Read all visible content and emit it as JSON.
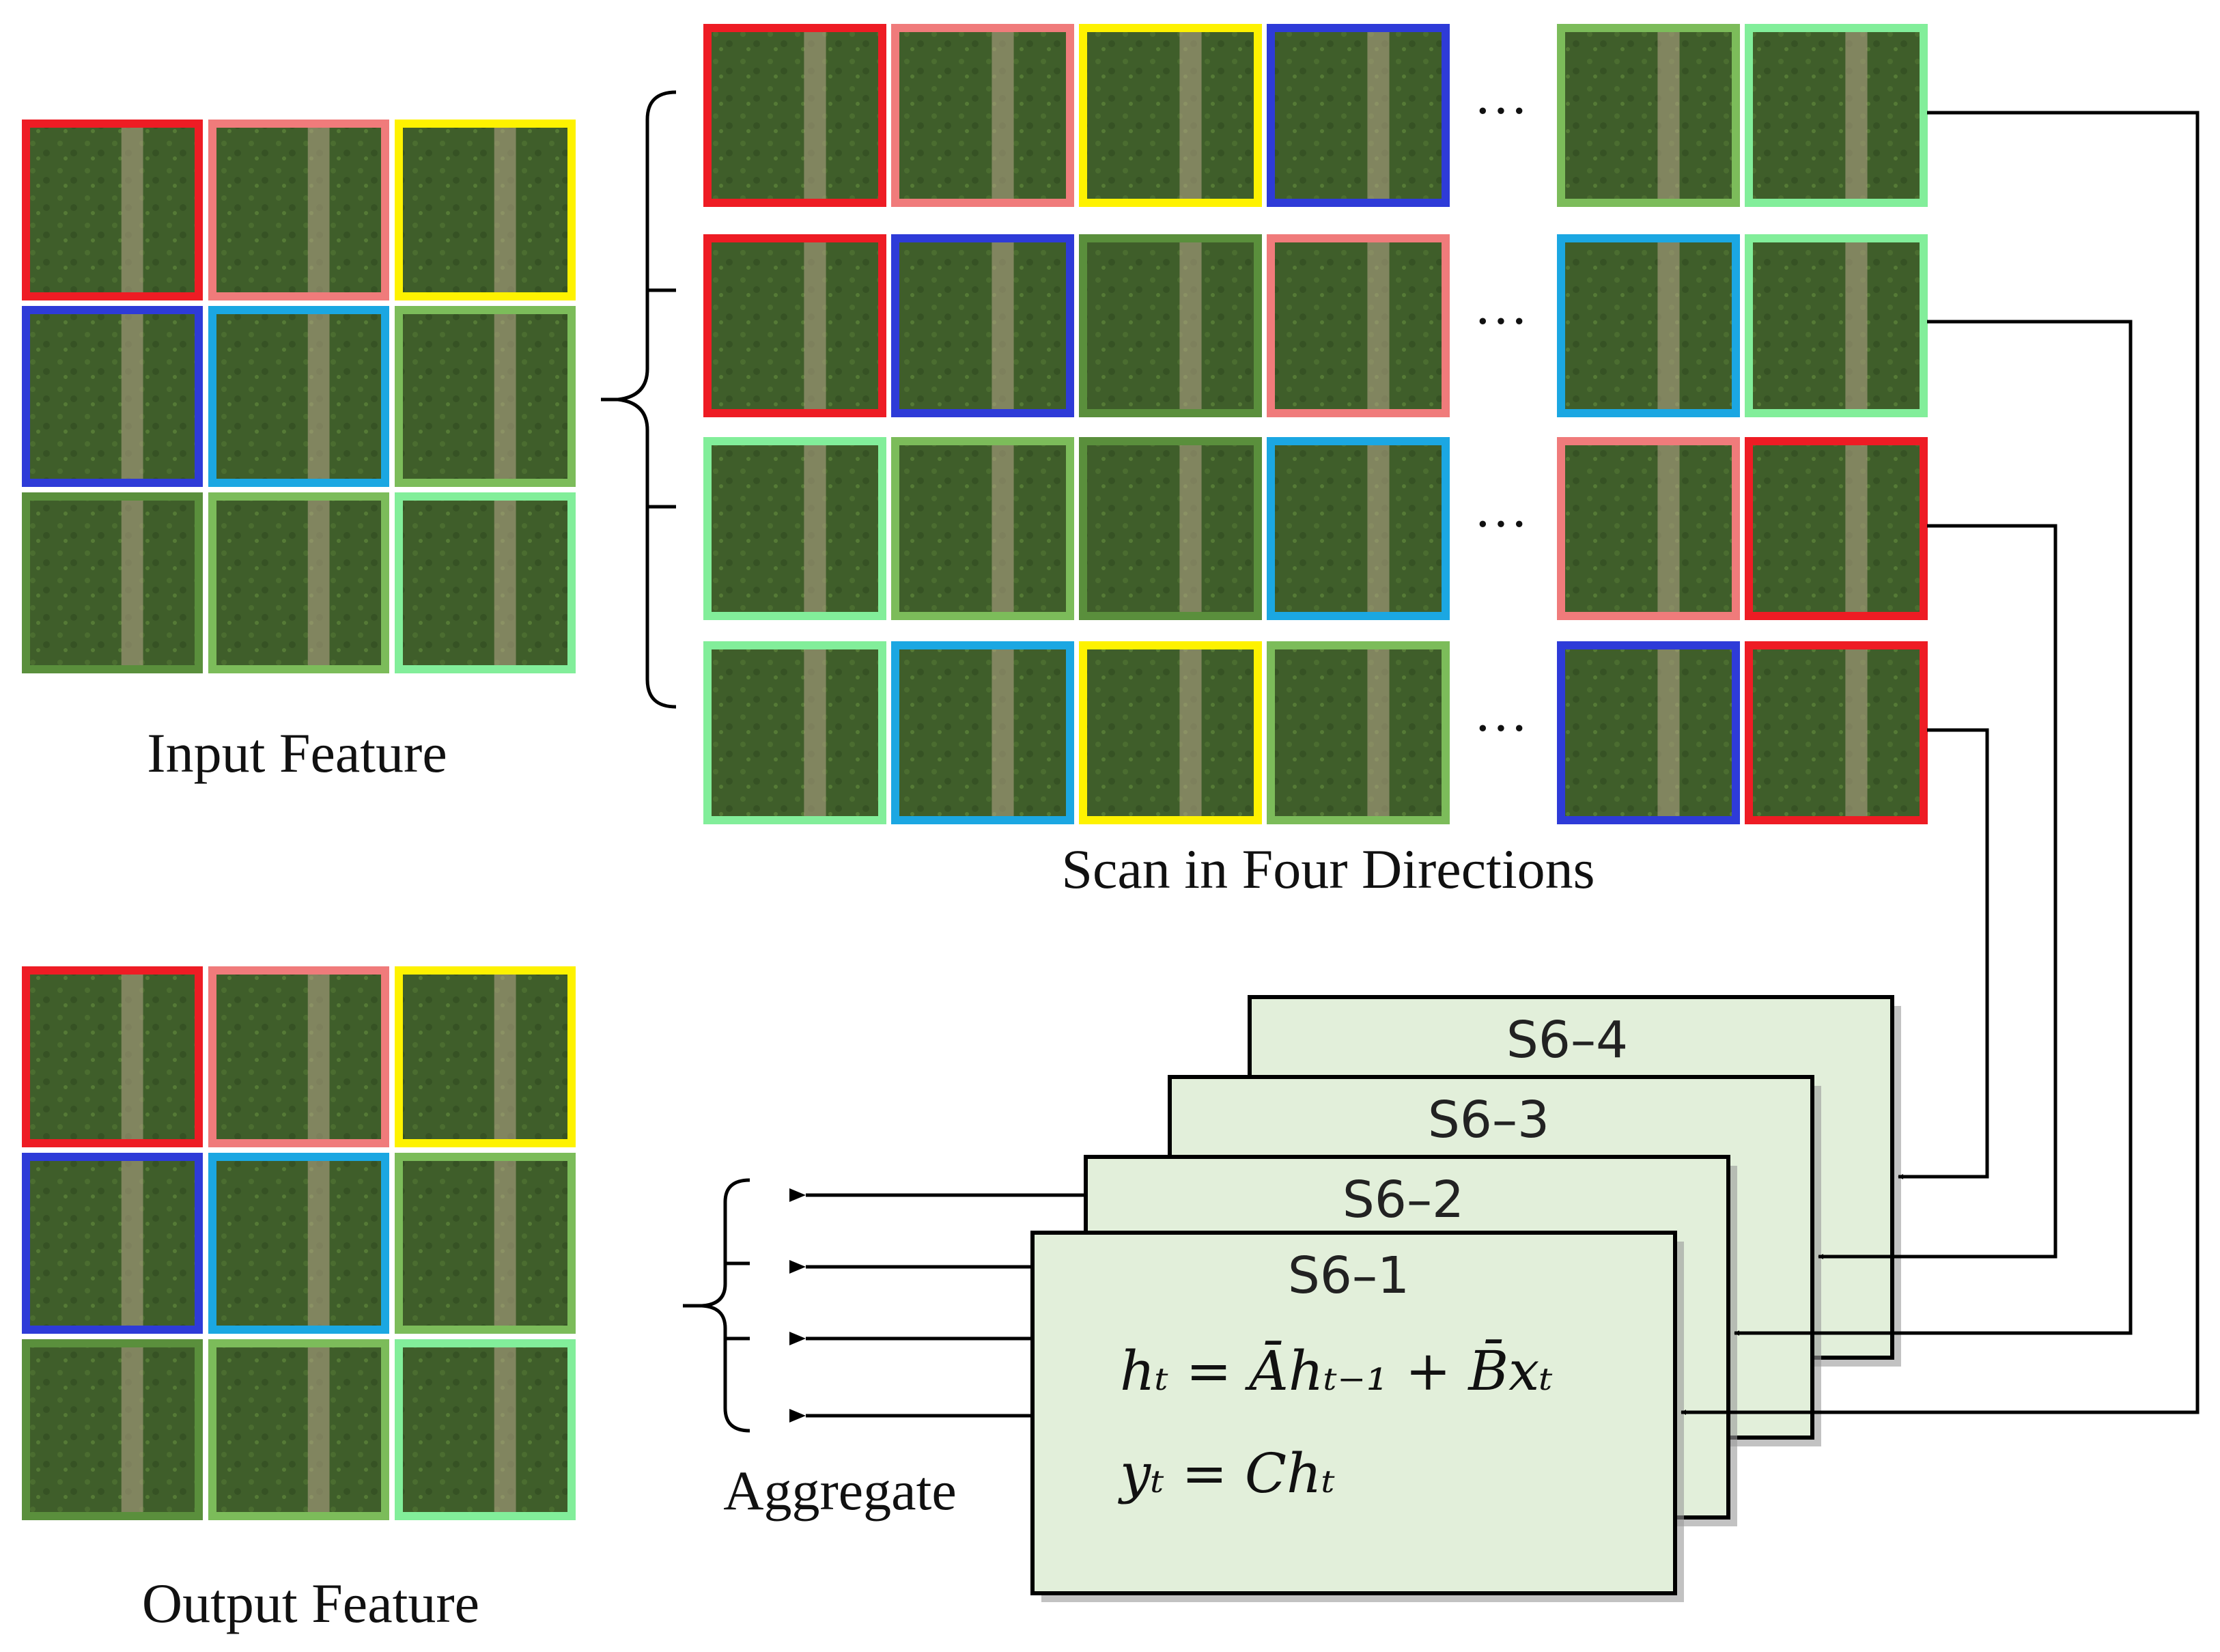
{
  "labels": {
    "input_feature": "Input Feature",
    "scan": "Scan in Four Directions",
    "output_feature": "Output Feature",
    "aggregate": "Aggregate",
    "ellipsis": "···"
  },
  "blocks": [
    "S6–4",
    "S6–3",
    "S6–2",
    "S6–1"
  ],
  "equations": {
    "state": "hₜ = Āhₜ₋₁ + B̄xₜ",
    "output": "yₜ = Chₜ"
  },
  "colors": {
    "c1": "#ee1c24",
    "c2": "#f07b7b",
    "c3": "#fef200",
    "c4": "#2e3bd8",
    "c5": "#1ba7e2",
    "c6": "#7cbc5a",
    "c7": "#5a8f3c",
    "c9": "#82ee9a",
    "block_fill": "#e2efda",
    "block_border": "#000000"
  },
  "grid_colors": [
    "c1",
    "c2",
    "c3",
    "c4",
    "c5",
    "c6",
    "c7",
    "c6",
    "c9"
  ],
  "scan_rows": [
    [
      "c1",
      "c2",
      "c3",
      "c4",
      "c6",
      "c9"
    ],
    [
      "c1",
      "c4",
      "c7",
      "c2",
      "c5",
      "c9"
    ],
    [
      "c9",
      "c6",
      "c7",
      "c5",
      "c2",
      "c1"
    ],
    [
      "c9",
      "c5",
      "c3",
      "c6",
      "c4",
      "c1"
    ]
  ]
}
